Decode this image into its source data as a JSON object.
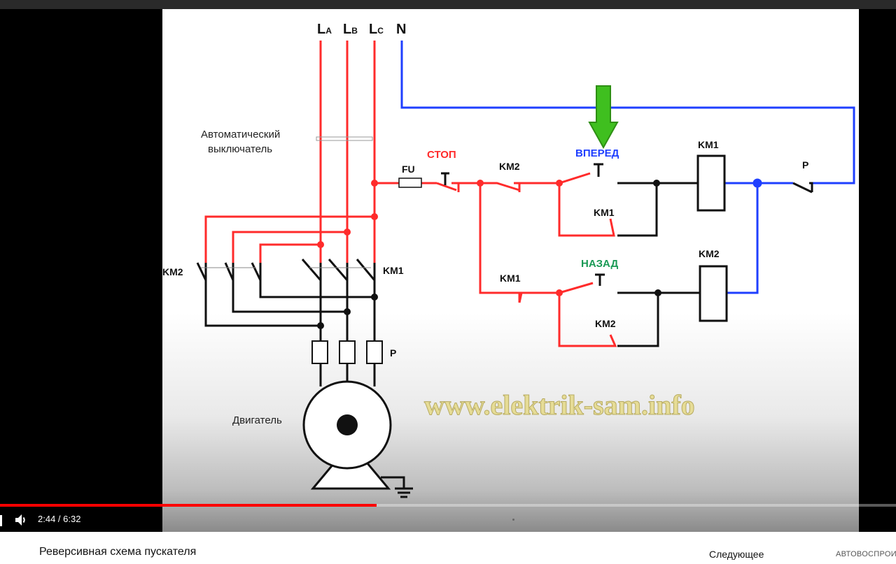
{
  "video": {
    "diagram": {
      "phase_a": "L",
      "phase_a_sub": "A",
      "phase_b": "L",
      "phase_b_sub": "B",
      "phase_c": "L",
      "phase_c_sub": "C",
      "neutral": "N",
      "breaker_line1": "Автоматический",
      "breaker_line2": "выключатель",
      "fuse": "FU",
      "stop": "СТОП",
      "km2_contact_top": "KM2",
      "forward": "ВПЕРЕД",
      "km1_coil": "KM1",
      "relay_p": "P",
      "km1_hold": "KM1",
      "km2_contacts_left": "KM2",
      "km1_contacts_right": "KM1",
      "km1_interlock": "KM1",
      "back": "НАЗАД",
      "km2_coil": "KM2",
      "km2_hold": "KM2",
      "thermal_p": "P",
      "motor": "Двигатель",
      "colors": {
        "phase": "#ff2b2b",
        "neutral": "#1f3fff",
        "control": "#111111",
        "arrow": "#3fbf1f",
        "back_label": "#1a9a55"
      }
    },
    "watermark": "www.elektrik-sam.info",
    "time_current": "2:44",
    "time_total": "6:32",
    "time_display": "2:44 / 6:32",
    "progress_fraction": 0.42
  },
  "below": {
    "title": "Реверсивная схема пускателя",
    "next_label": "Следующее",
    "autoplay_label": "АВТОВОСПРОИЗВЕДЕНИЕ"
  }
}
